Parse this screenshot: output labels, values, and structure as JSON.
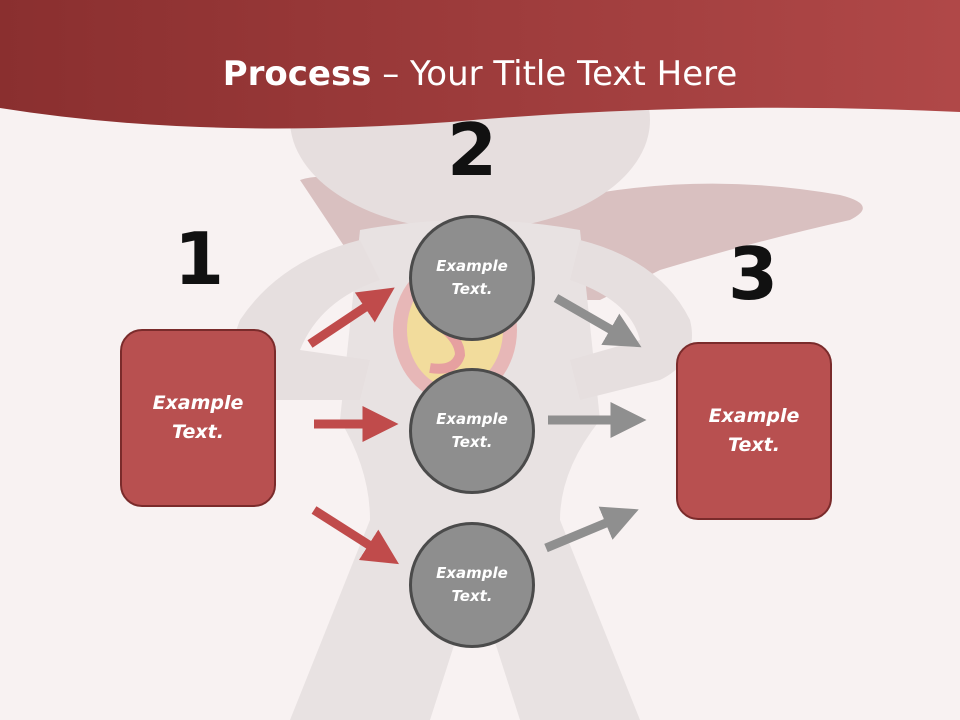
{
  "title": {
    "bold": "Process",
    "rest": " – Your Title Text Here"
  },
  "steps": [
    {
      "number": "1",
      "text_line1": "Example",
      "text_line2": "Text."
    },
    {
      "number": "2"
    },
    {
      "number": "3",
      "text_line1": "Example",
      "text_line2": "Text."
    }
  ],
  "circles": [
    {
      "line1": "Example",
      "line2": "Text."
    },
    {
      "line1": "Example",
      "line2": "Text."
    },
    {
      "line1": "Example",
      "line2": "Text."
    }
  ],
  "colors": {
    "banner": "#9b3b3b",
    "box_fill": "#b85050",
    "box_border": "#7a2b2b",
    "circle_fill": "#8e8e8e",
    "circle_border": "#4b4b4b",
    "arrow_red": "#c04b4b",
    "arrow_gray": "#8f8f8f"
  }
}
